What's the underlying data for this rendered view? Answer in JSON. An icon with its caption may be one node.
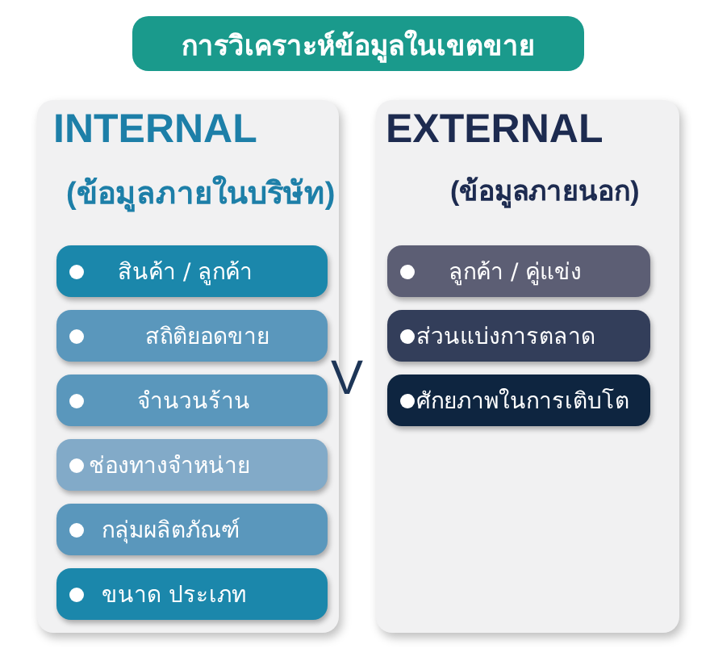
{
  "diagram": {
    "title": "การวิเคราะห์ข้อมูลในเขตขาย",
    "nodes": [
      {
        "text": [
          "INTERNAL",
          "(ข้อมูลภายในบริษัท)"
        ]
      },
      {
        "text": [
          "สินค้า / ลูกค้า"
        ],
        "in": 0
      },
      {
        "text": [
          "สถิติยอดขาย"
        ],
        "in": 0
      },
      {
        "text": [
          "จำนวนร้าน"
        ],
        "in": 0
      },
      {
        "text": [
          "ช่องทางจำหน่าย"
        ],
        "in": 0
      },
      {
        "text": [
          "กลุ่มผลิตภัณฑ์"
        ],
        "in": 0
      },
      {
        "text": [
          "ขนาด ประเภท"
        ],
        "in": 0
      },
      {
        "text": [
          "EXTERNAL",
          "(ข้อมูลภายนอก)"
        ]
      },
      {
        "text": [
          "ลูกค้า / คู่แข่ง"
        ],
        "in": 7
      },
      {
        "text": [
          "ส่วนแบ่งการตลาด"
        ],
        "in": 7
      },
      {
        "text": [
          "ศักยภาพในการเติบโต"
        ],
        "in": 7
      }
    ],
    "labels": [
      "V"
    ]
  }
}
